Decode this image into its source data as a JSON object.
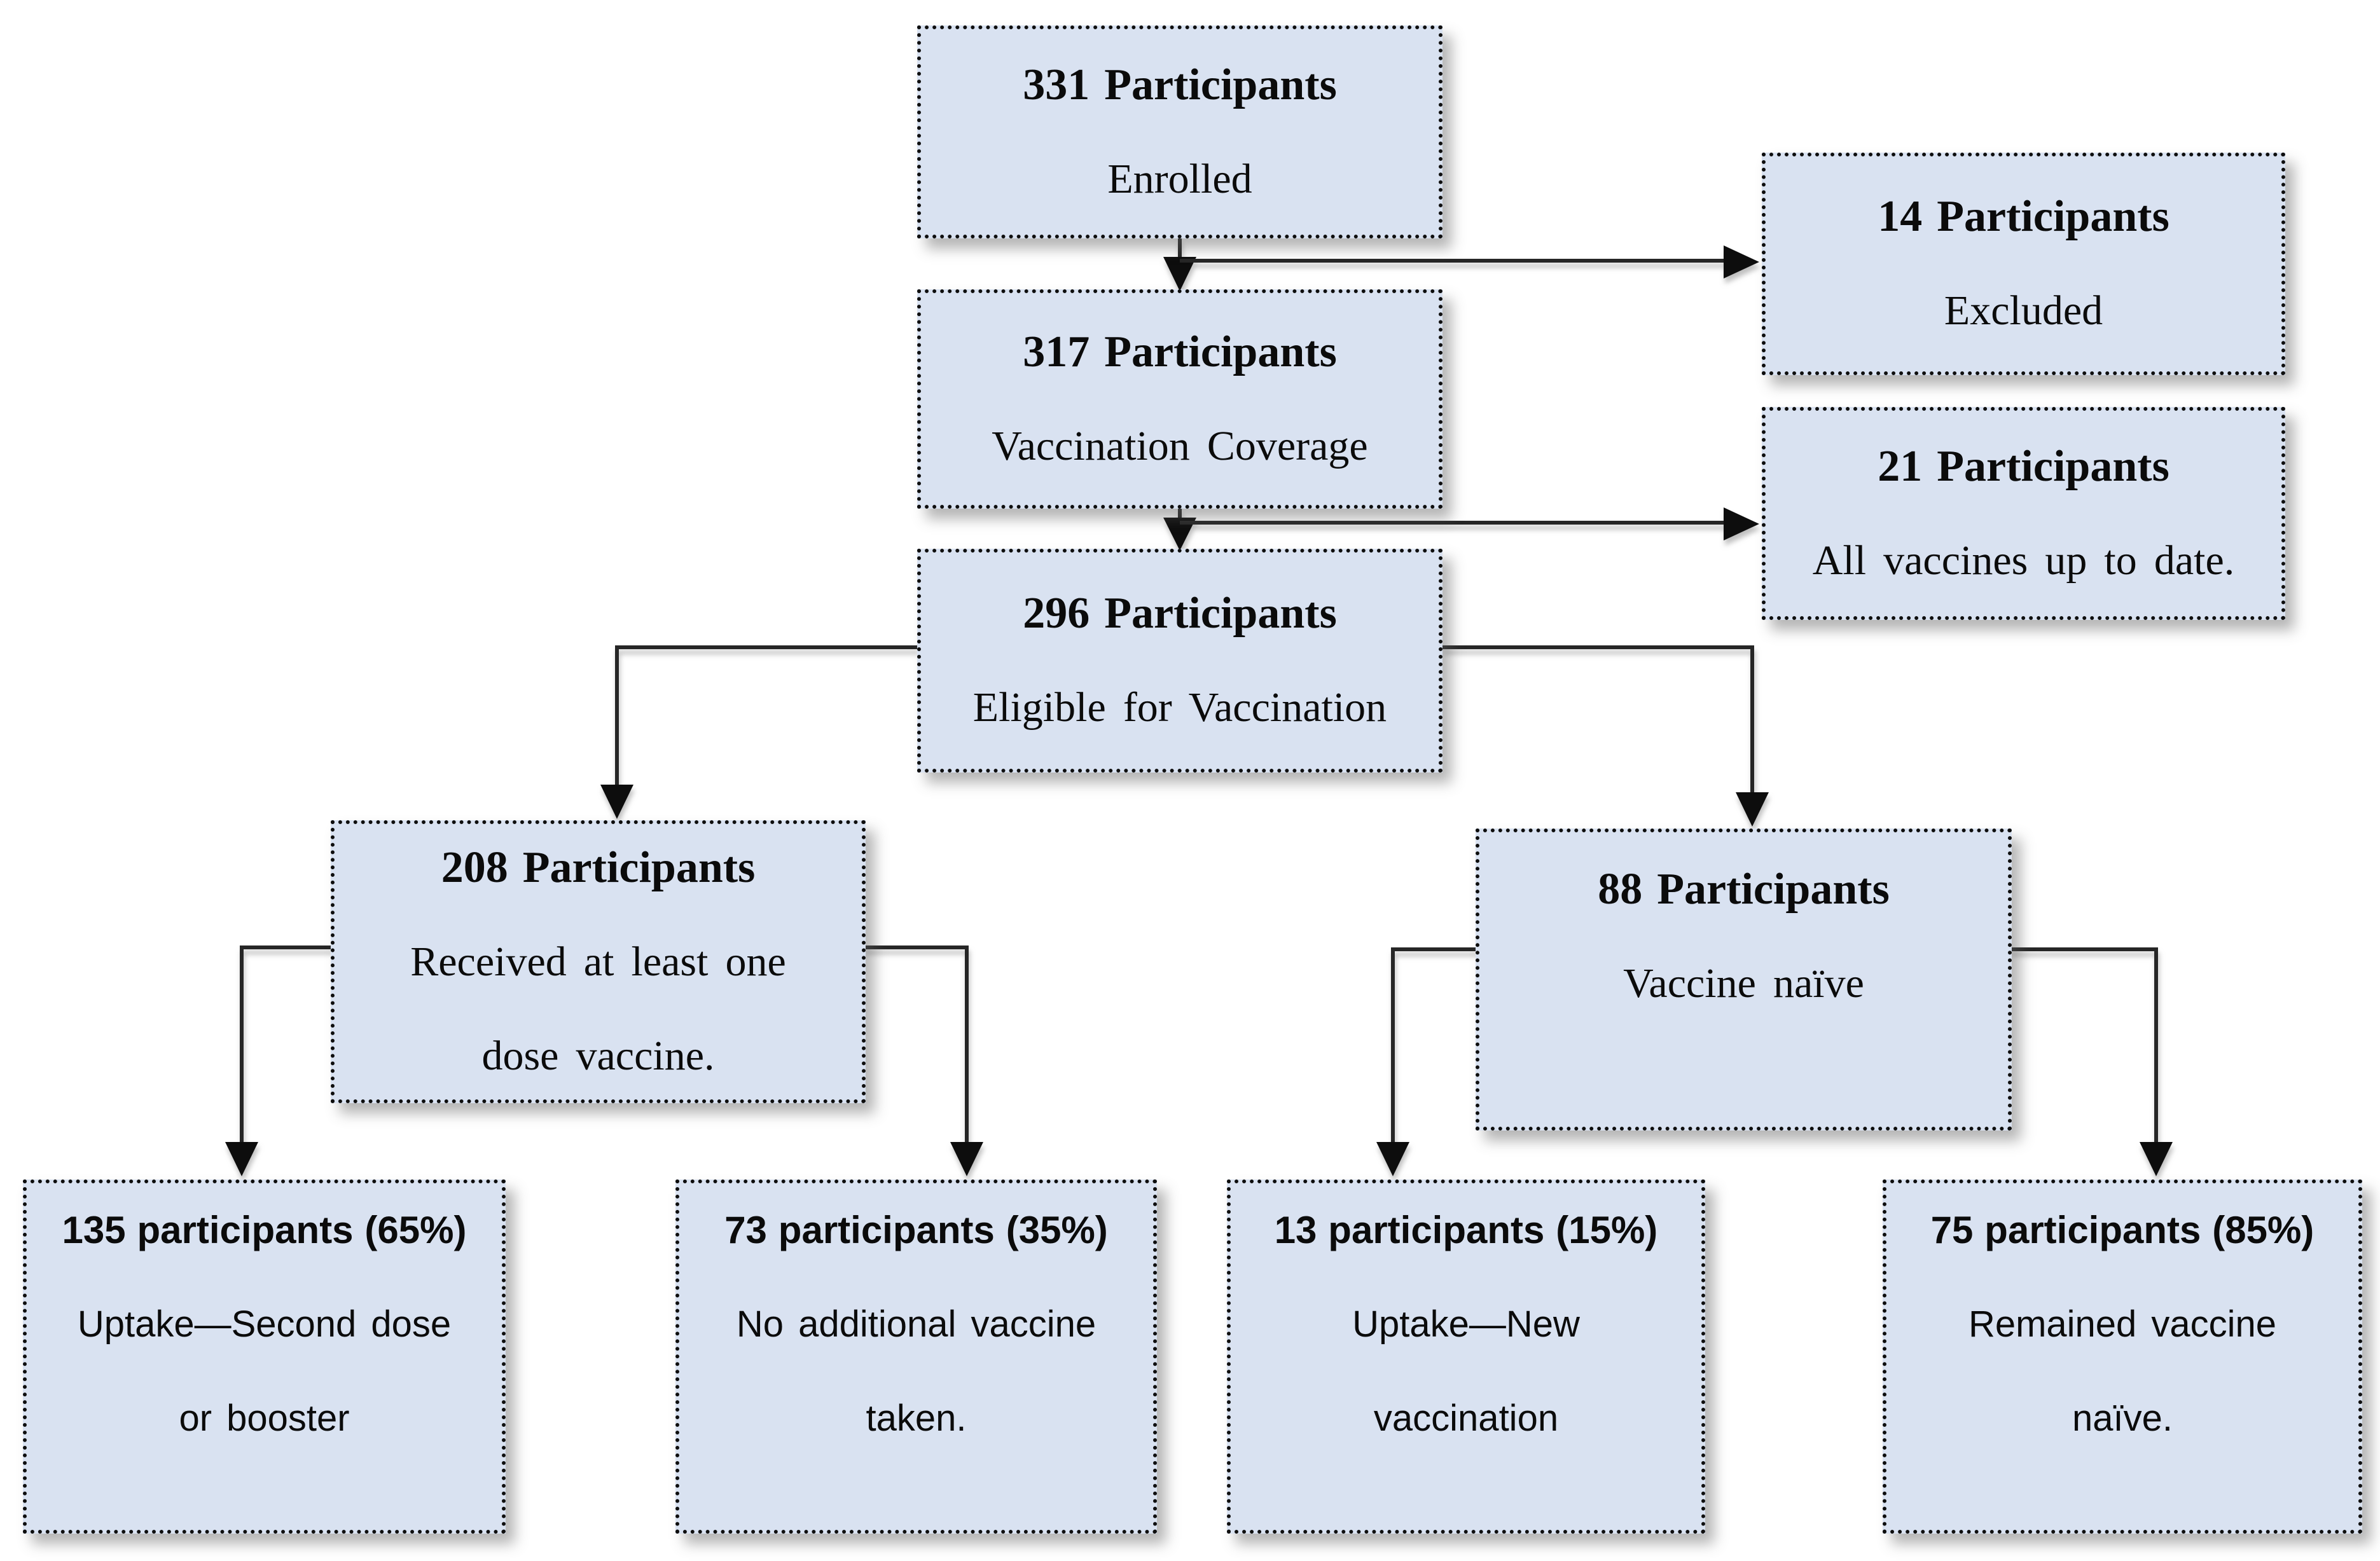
{
  "title": "Participant vaccination flow diagram",
  "palette": {
    "background": "#ffffff",
    "box_fill": "#d9e2f1",
    "box_border": "#0e0e0e",
    "connector": "#262626"
  },
  "nodes": {
    "enrolled": {
      "count_line": "331 Participants",
      "line2": "Enrolled"
    },
    "excluded": {
      "count_line": "14 Participants",
      "line2": "Excluded"
    },
    "coverage": {
      "count_line": "317 Participants",
      "line2": "Vaccination Coverage"
    },
    "up_to_date": {
      "count_line": "21 Participants",
      "line2": "All vaccines up to date."
    },
    "eligible": {
      "count_line": "296 Participants",
      "line2": "Eligible for Vaccination"
    },
    "one_dose": {
      "count_line": "208 Participants",
      "line2": "Received at least one",
      "line3": "dose vaccine."
    },
    "naive": {
      "count_line": "88 Participants",
      "line2": "Vaccine naïve"
    },
    "second_dose": {
      "count_line": "135 participants (65%)",
      "line2": "Uptake—Second dose",
      "line3": "or booster"
    },
    "no_additional": {
      "count_line": "73 participants (35%)",
      "line2": "No additional vaccine",
      "line3": "taken."
    },
    "new_vaccination": {
      "count_line": "13 participants (15%)",
      "line2": "Uptake—New",
      "line3": "vaccination"
    },
    "remained_naive": {
      "count_line": "75 participants (85%)",
      "line2": "Remained vaccine",
      "line3": "naïve."
    }
  },
  "edges": [
    {
      "from": "enrolled",
      "to": "coverage"
    },
    {
      "from": "enrolled",
      "to": "excluded"
    },
    {
      "from": "coverage",
      "to": "eligible"
    },
    {
      "from": "coverage",
      "to": "up_to_date"
    },
    {
      "from": "eligible",
      "to": "one_dose"
    },
    {
      "from": "eligible",
      "to": "naive"
    },
    {
      "from": "one_dose",
      "to": "second_dose"
    },
    {
      "from": "one_dose",
      "to": "no_additional"
    },
    {
      "from": "naive",
      "to": "new_vaccination"
    },
    {
      "from": "naive",
      "to": "remained_naive"
    }
  ]
}
